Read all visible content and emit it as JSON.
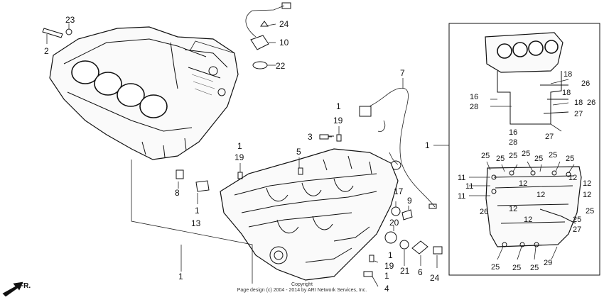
{
  "labels": {
    "n23": "23",
    "n2": "2",
    "n24a": "24",
    "n10": "10",
    "n22": "22",
    "n7": "7",
    "n1a": "1",
    "n19a": "19",
    "n3": "3",
    "n5": "5",
    "n1b": "1",
    "n19b": "19",
    "n8": "8",
    "n1c": "1",
    "n13": "13",
    "n17": "17",
    "n9": "9",
    "n20": "20",
    "n1d": "1",
    "n19c": "19",
    "n21": "21",
    "n6": "6",
    "n24b": "24",
    "n1e": "1",
    "n4": "4",
    "n1f": "1",
    "n1g": "1"
  },
  "inset_labels": {
    "r18a": "18",
    "r26a": "26",
    "r18b": "18",
    "r18c": "18",
    "r26b": "26",
    "r27a": "27",
    "r16a": "16",
    "r28a": "28",
    "r16b": "16",
    "r28b": "28",
    "r27b": "27",
    "r25a": "25",
    "r25b": "25",
    "r25c": "25",
    "r25d": "25",
    "r25e": "25",
    "r25f": "25",
    "r25g": "25",
    "r11a": "11",
    "r11b": "11",
    "r11c": "11",
    "r12a": "12",
    "r12b": "12",
    "r12c": "12",
    "r12d": "12",
    "r12e": "12",
    "r12f": "12",
    "r12g": "12",
    "r26c": "26",
    "r25h": "25",
    "r25i": "25",
    "r27c": "27",
    "r25j": "25",
    "r25k": "25",
    "r25l": "25",
    "r29": "29"
  },
  "footer": {
    "copyright_line1": "Copyright",
    "copyright_line2": "Page design (c) 2004 - 2014 by ARI Network Services, Inc.",
    "front_marker": "FR."
  },
  "icons": {
    "front_arrow": "arrow-down-left-icon"
  }
}
